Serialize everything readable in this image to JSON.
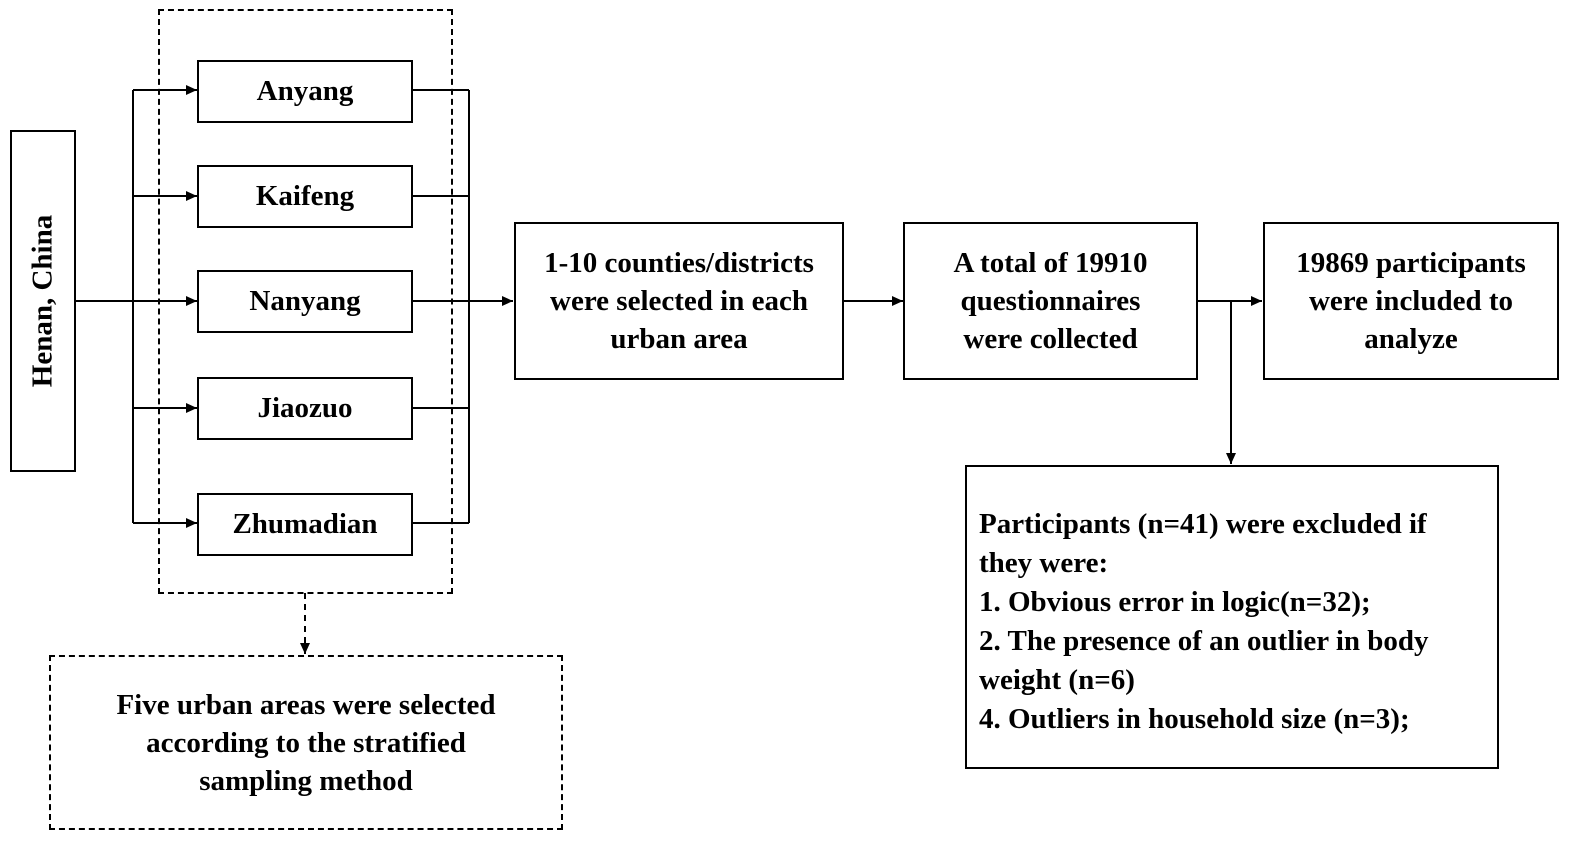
{
  "root": {
    "label": "Henan, China"
  },
  "cities": [
    {
      "label": "Anyang"
    },
    {
      "label": "Kaifeng"
    },
    {
      "label": "Nanyang"
    },
    {
      "label": "Jiaozuo"
    },
    {
      "label": "Zhumadian"
    }
  ],
  "note": {
    "text": "Five urban areas were selected\naccording to the stratified\nsampling method"
  },
  "step1": {
    "text": "1-10 counties/districts\nwere selected in each\nurban area"
  },
  "step2": {
    "text": "A total of 19910\nquestionnaires\nwere collected"
  },
  "step3": {
    "text": "19869 participants\nwere included to\nanalyze"
  },
  "exclusion": {
    "lines": [
      "Participants (n=41) were excluded if",
      "they were:",
      "1. Obvious error in logic(n=32);",
      "2. The presence of an outlier in body",
      "weight (n=6)",
      "4. Outliers in household size (n=3);"
    ]
  }
}
